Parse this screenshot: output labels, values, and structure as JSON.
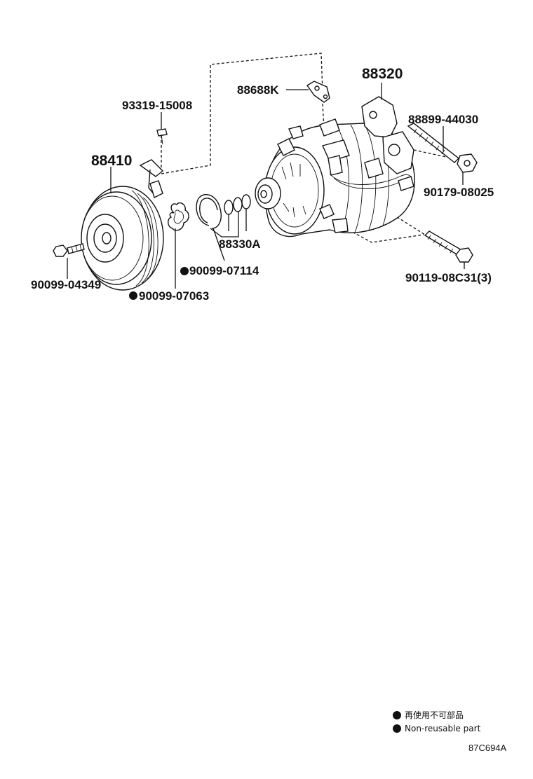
{
  "parts": {
    "p88320": "88320",
    "p88688K": "88688K",
    "p93319": "93319-15008",
    "p88899": "88899-44030",
    "p88410": "88410",
    "p90179": "90179-08025",
    "p88330A": "88330A",
    "p90099_04349": "90099-04349",
    "p90099_07114": "90099-07114",
    "p90119": "90119-08C31(3)",
    "p90099_07063": "90099-07063"
  },
  "legend": {
    "jp": "再使用不可部品",
    "en": "Non-reusable part"
  },
  "diagram_code": "87C694A"
}
